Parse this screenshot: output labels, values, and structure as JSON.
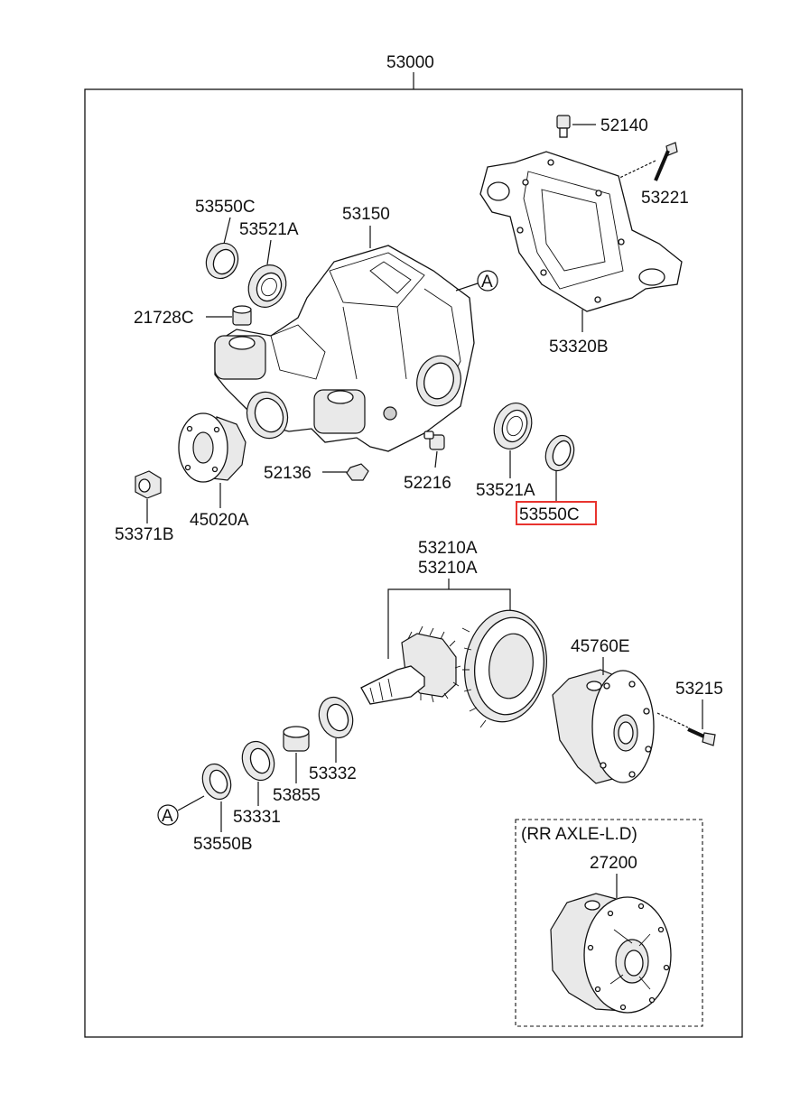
{
  "assembly_number": "53000",
  "highlighted_part": "53550C",
  "callout_marker": "A",
  "parts": {
    "p53550C_top": "53550C",
    "p53521A_top": "53521A",
    "p53150": "53150",
    "p21728C": "21728C",
    "p52140": "52140",
    "p53221": "53221",
    "p53320B": "53320B",
    "p52136": "52136",
    "p52216": "52216",
    "p53521A_right": "53521A",
    "p53550C_right": "53550C",
    "p53371B": "53371B",
    "p45020A": "45020A",
    "p53210A_1": "53210A",
    "p53210A_2": "53210A",
    "p45760E": "45760E",
    "p53215": "53215",
    "p53332": "53332",
    "p53855": "53855",
    "p53331": "53331",
    "p53550B": "53550B",
    "p27200": "27200"
  },
  "inset": {
    "title": "(RR AXLE-L.D)"
  },
  "colors": {
    "highlight": "#e8342f",
    "line": "#111111"
  }
}
